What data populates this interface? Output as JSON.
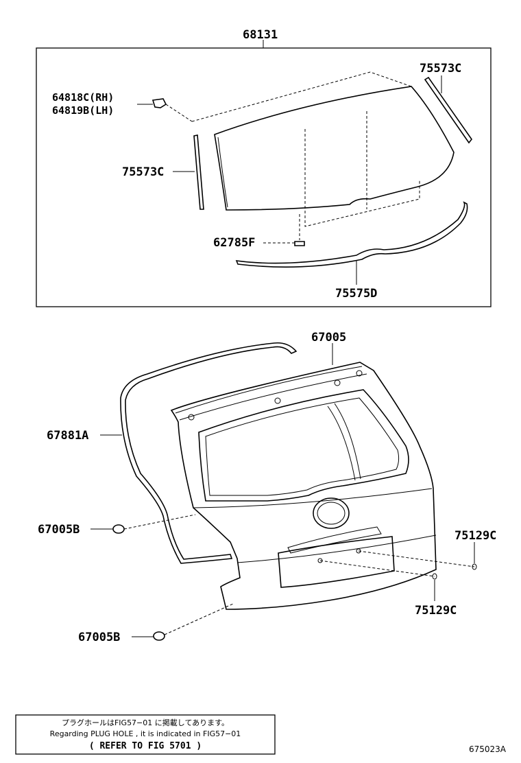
{
  "diagram": {
    "part_labels": {
      "p68131": "68131",
      "p75573c_top": "75573C",
      "p64818c": "64818C(RH)",
      "p64819b": "64819B(LH)",
      "p75573c_left": "75573C",
      "p62785f": "62785F",
      "p75575d": "75575D",
      "p67005": "67005",
      "p67881a": "67881A",
      "p67005b_upper": "67005B",
      "p75129c_right": "75129C",
      "p75129c_lower": "75129C",
      "p67005b_lower": "67005B"
    },
    "note": {
      "line_jp": "プラグホールはFIG57−01 に掲載してあります。",
      "line_en": "Regarding PLUG HOLE , it is indicated in FIG57−01",
      "line_ref": "( REFER TO FIG 5701 )"
    },
    "figure_code": "675023A"
  }
}
